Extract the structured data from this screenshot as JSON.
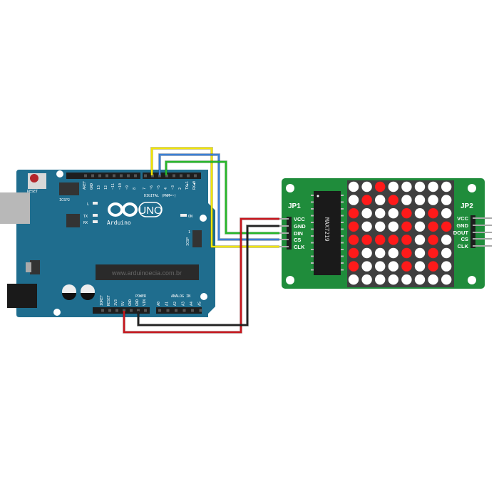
{
  "arduino": {
    "reset_label": "RESET",
    "icsp2_label": "ICSP2",
    "icsp_label": "ICSP",
    "icsp_pin1": "1",
    "led_l": "L",
    "led_tx": "TX",
    "led_rx": "RX",
    "led_on": "ON",
    "logo_text": "Arduino",
    "logo_tm": "™",
    "model": "UNO",
    "digital_label": "DIGITAL (PWM=~)",
    "power_label": "POWER",
    "analog_label": "ANALOG IN",
    "watermark": "www.arduinoecia.com.br",
    "top_pins_left": [
      "AREF",
      "GND",
      "13",
      "12",
      "~11",
      "~10",
      "~9",
      "8"
    ],
    "top_pins_right": [
      "7",
      "~6",
      "~5",
      "4",
      "~3",
      "2",
      "TX▶1",
      "RX◀0"
    ],
    "power_pins": [
      "IOREF",
      "RESET",
      "3V3",
      "5V",
      "GND",
      "GND",
      "VIN"
    ],
    "analog_pins": [
      "A0",
      "A1",
      "A2",
      "A3",
      "A4",
      "A5"
    ],
    "colors": {
      "board": "#1f6d8e",
      "reset": "#b3262c"
    }
  },
  "module": {
    "chip_label": "MAX7219",
    "jp1": {
      "title": "JP1",
      "pins": [
        "VCC",
        "GND",
        "DIN",
        "CS",
        "CLK"
      ]
    },
    "jp2": {
      "title": "JP2",
      "pins": [
        "VCC",
        "GND",
        "DOUT",
        "CS",
        "CLK"
      ]
    },
    "colors": {
      "pcb": "#1f8c3b",
      "led_on": "#ff1a1a",
      "led_off": "#ffffff",
      "matrix_bg": "#3f3f3f"
    },
    "matrix": [
      [
        0,
        0,
        1,
        0,
        0,
        0,
        0,
        0
      ],
      [
        0,
        1,
        0,
        1,
        0,
        0,
        0,
        0
      ],
      [
        1,
        0,
        0,
        0,
        1,
        0,
        1,
        0
      ],
      [
        1,
        0,
        0,
        0,
        1,
        0,
        1,
        1
      ],
      [
        1,
        1,
        1,
        1,
        1,
        0,
        1,
        0
      ],
      [
        1,
        0,
        0,
        0,
        1,
        0,
        1,
        0
      ],
      [
        1,
        0,
        0,
        0,
        1,
        0,
        1,
        0
      ],
      [
        0,
        0,
        0,
        0,
        0,
        0,
        0,
        0
      ]
    ]
  },
  "wires": [
    {
      "from": "~6",
      "to": "CLK",
      "color": "#f2e600"
    },
    {
      "from": "~5",
      "to": "CS",
      "color": "#3a7fd5"
    },
    {
      "from": "4",
      "to": "DIN",
      "color": "#27b82a"
    },
    {
      "from": "5V",
      "to": "VCC",
      "color": "#c8161d"
    },
    {
      "from": "GND",
      "to": "GND",
      "color": "#222222"
    }
  ]
}
